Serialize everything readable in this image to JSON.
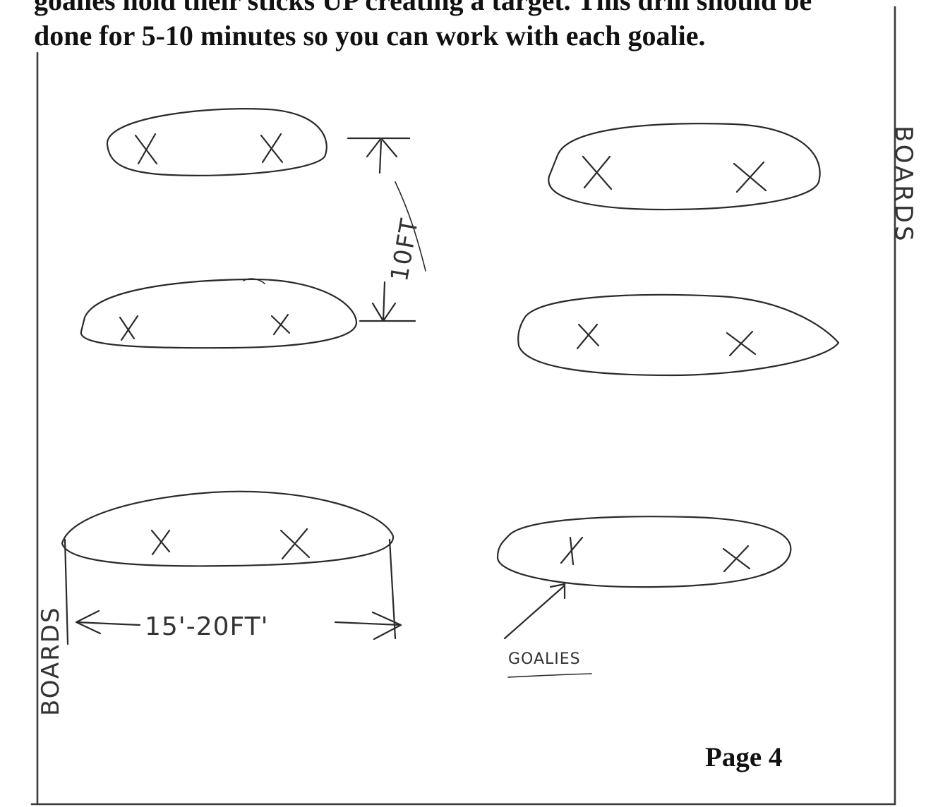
{
  "document": {
    "paragraph_lines": [
      "goalies hold their sticks UP creating a target. This drill should be",
      "done for 5-10 minutes so you can work with each goalie."
    ],
    "page_number": "Page 4"
  },
  "diagram": {
    "labels": {
      "boards_right": "BOARDS",
      "boards_left": "BOARDS",
      "distance_between_rows": "10FT",
      "station_width": "15'-20FT'",
      "goalies": "GOALIES"
    },
    "stations": [
      {
        "name": "top-left",
        "markers": [
          "X",
          "X"
        ]
      },
      {
        "name": "top-right",
        "markers": [
          "X",
          "X"
        ]
      },
      {
        "name": "middle-left",
        "markers": [
          "X",
          "X"
        ]
      },
      {
        "name": "middle-right",
        "markers": [
          "X",
          "X"
        ]
      },
      {
        "name": "bottom-left",
        "markers": [
          "X",
          "X"
        ]
      },
      {
        "name": "bottom-right",
        "markers": [
          "X",
          "X"
        ]
      }
    ]
  }
}
